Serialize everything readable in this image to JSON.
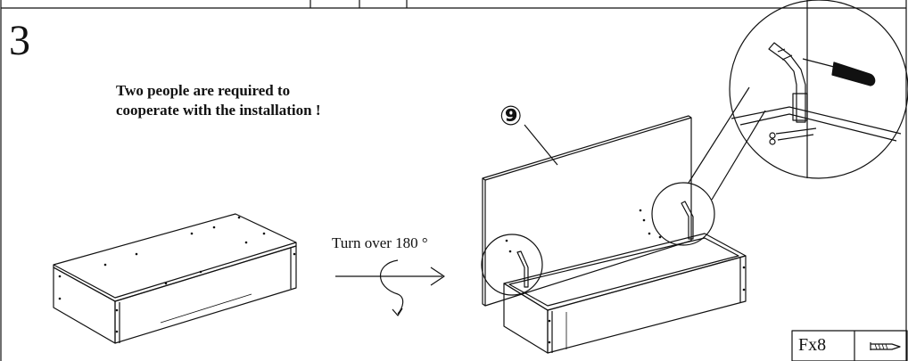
{
  "step": {
    "number": "3"
  },
  "warning": {
    "line1": "Two people are required to",
    "line2": "cooperate with the installation !"
  },
  "instruction": {
    "turn_label": "Turn over 180 °"
  },
  "part": {
    "label": "⑨"
  },
  "hardware": {
    "label": "Fx8",
    "icon": "screw-icon"
  }
}
